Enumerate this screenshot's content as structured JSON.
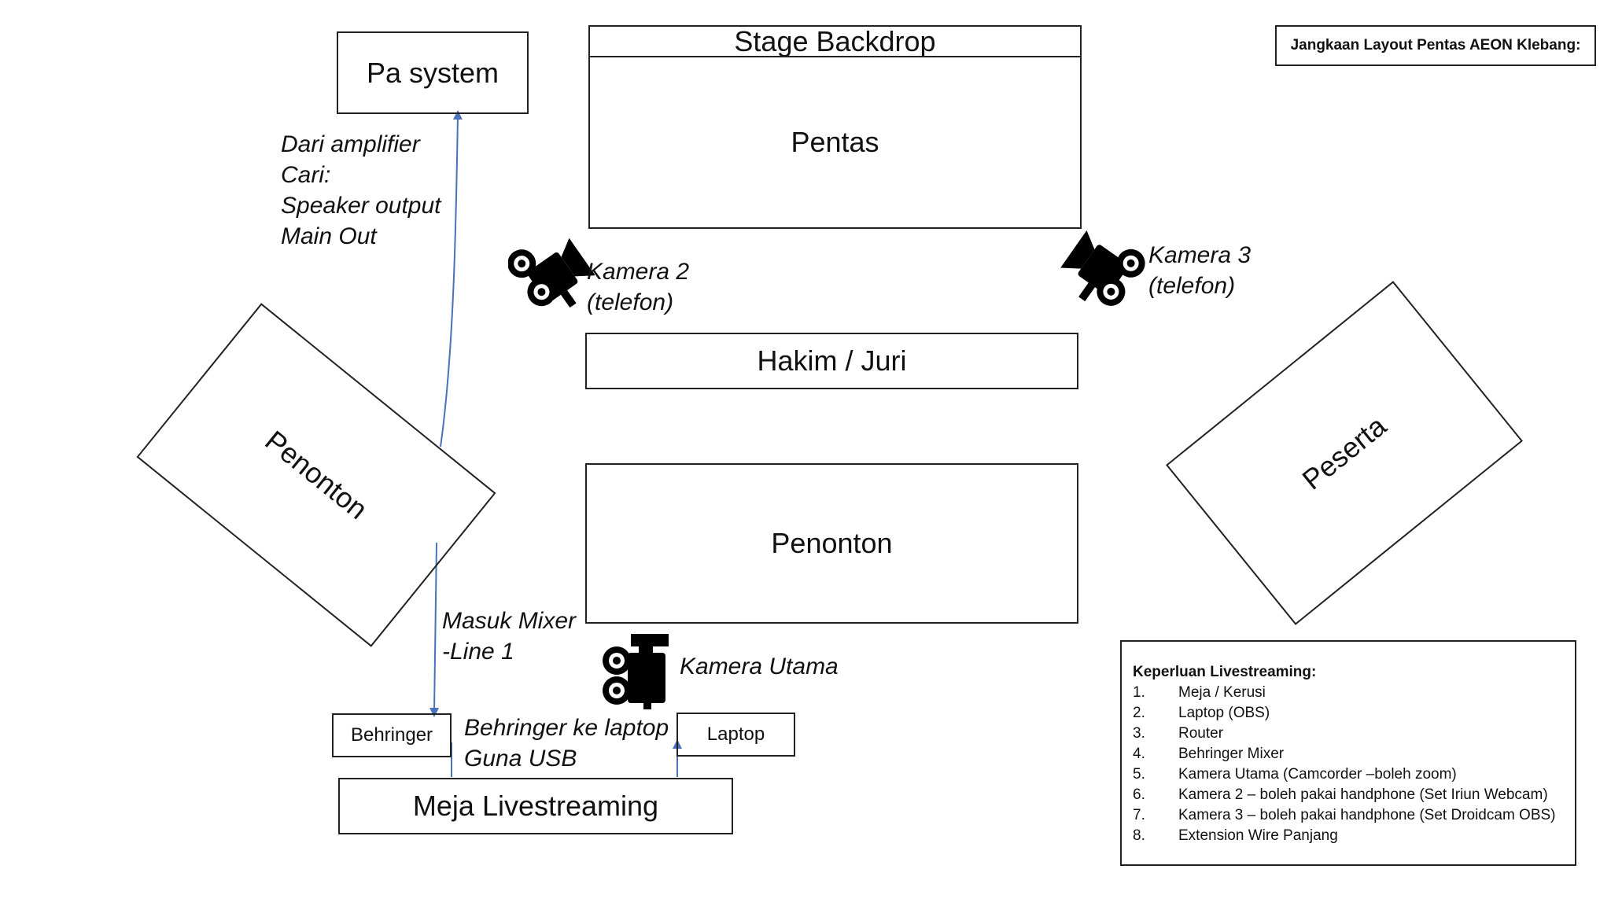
{
  "header": {
    "title": "Jangkaan Layout Pentas AEON Klebang:"
  },
  "stage": {
    "backdrop": "Stage Backdrop",
    "pentas": "Pentas"
  },
  "pa": {
    "label": "Pa system"
  },
  "notes": {
    "amplifier": "Dari amplifier\nCari:\nSpeaker output\nMain Out",
    "mixer": "Masuk Mixer\n-Line 1",
    "usb": "Behringer ke laptop\nGuna USB"
  },
  "cameras": {
    "cam2": "Kamera 2\n(telefon)",
    "cam3": "Kamera 3\n(telefon)",
    "main": "Kamera Utama"
  },
  "areas": {
    "judges": "Hakim / Juri",
    "audience_center": "Penonton",
    "audience_left": "Penonton",
    "participants": "Peserta"
  },
  "equipment": {
    "behringer": "Behringer",
    "laptop": "Laptop",
    "table": "Meja Livestreaming"
  },
  "requirements": {
    "title": "Keperluan Livestreaming:",
    "items": [
      {
        "num": "1.",
        "text": "Meja / Kerusi"
      },
      {
        "num": "2.",
        "text": "Laptop (OBS)"
      },
      {
        "num": "3.",
        "text": "Router"
      },
      {
        "num": "4.",
        "text": "Behringer Mixer"
      },
      {
        "num": "5.",
        "text": "Kamera Utama (Camcorder –boleh zoom)"
      },
      {
        "num": "6.",
        "text": "Kamera 2 – boleh pakai handphone (Set Iriun Webcam)"
      },
      {
        "num": "7.",
        "text": "Kamera 3 – boleh pakai handphone (Set Droidcam OBS)"
      },
      {
        "num": "8.",
        "text": "Extension Wire Panjang"
      }
    ]
  },
  "colors": {
    "connector": "#4a72b8",
    "outline": "#222222"
  }
}
